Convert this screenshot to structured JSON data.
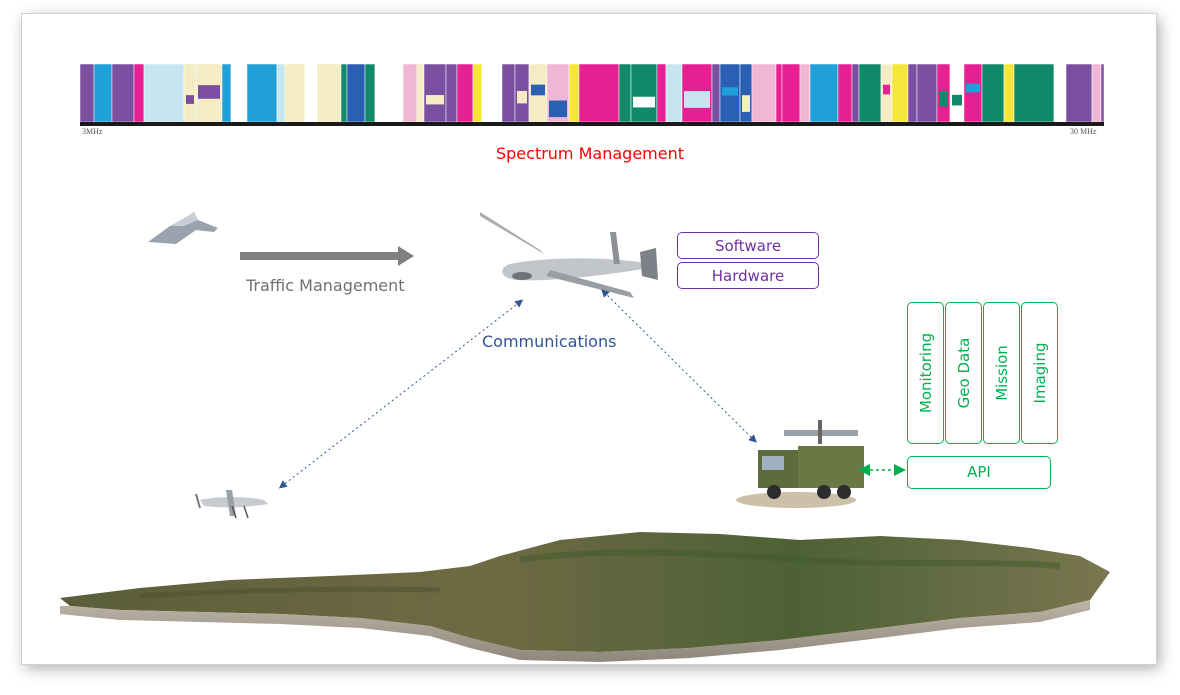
{
  "diagram": {
    "spectrum_title": "Spectrum Management",
    "traffic_label": "Traffic Management",
    "communications_label": "Communications",
    "platform_boxes": [
      "Software",
      "Hardware"
    ],
    "service_boxes": [
      "Monitoring",
      "Geo Data",
      "Mission",
      "Imaging"
    ],
    "api_label": "API",
    "spectrum_chart": {
      "left_label": "3MHz",
      "right_label": "30 MHz"
    }
  },
  "icons": {
    "large_drone": "uav-drone-icon",
    "small_drone": "stealth-drone-icon",
    "low_drone": "uav-drone-icon",
    "ground_station": "ground-control-truck-icon",
    "terrain": "terrain-map-icon"
  },
  "colors": {
    "spectrum_title": "#ff0000",
    "communications": "#2f5597",
    "traffic": "#707070",
    "platform": "#7030a0",
    "services": "#00b050"
  }
}
